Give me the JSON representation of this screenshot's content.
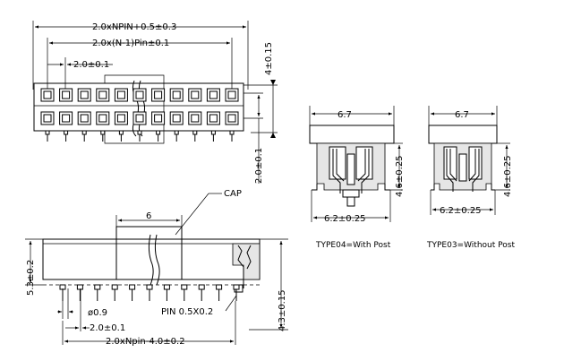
{
  "dimensions": {
    "overall_width": "2.0xNPIN+0.5±0.3",
    "pitch_span": "2.0x(N-1)Pin±0.1",
    "pitch": "2.0±0.1",
    "height_top": "4±0.15",
    "row_pitch": "2.0±0.1",
    "cap_width": "6",
    "cap_label": "CAP",
    "body_height": "5.3±0.2",
    "pin_length": "4.3±0.15",
    "pin_dia": "ø0.9",
    "pin_pitch_bottom": "2.0±0.1",
    "pin_span_bottom": "2.0xNpin-4.0±0.2",
    "pin_size": "PIN  0.5X0.2"
  },
  "type04": {
    "width": "6.7",
    "height": "4.6±0.25",
    "base": "6.2±0.25",
    "caption": "TYPE04=With Post"
  },
  "type03": {
    "width": "6.7",
    "height": "4.6±0.25",
    "base": "6.2±0.25",
    "caption": "TYPE03=Without Post"
  }
}
